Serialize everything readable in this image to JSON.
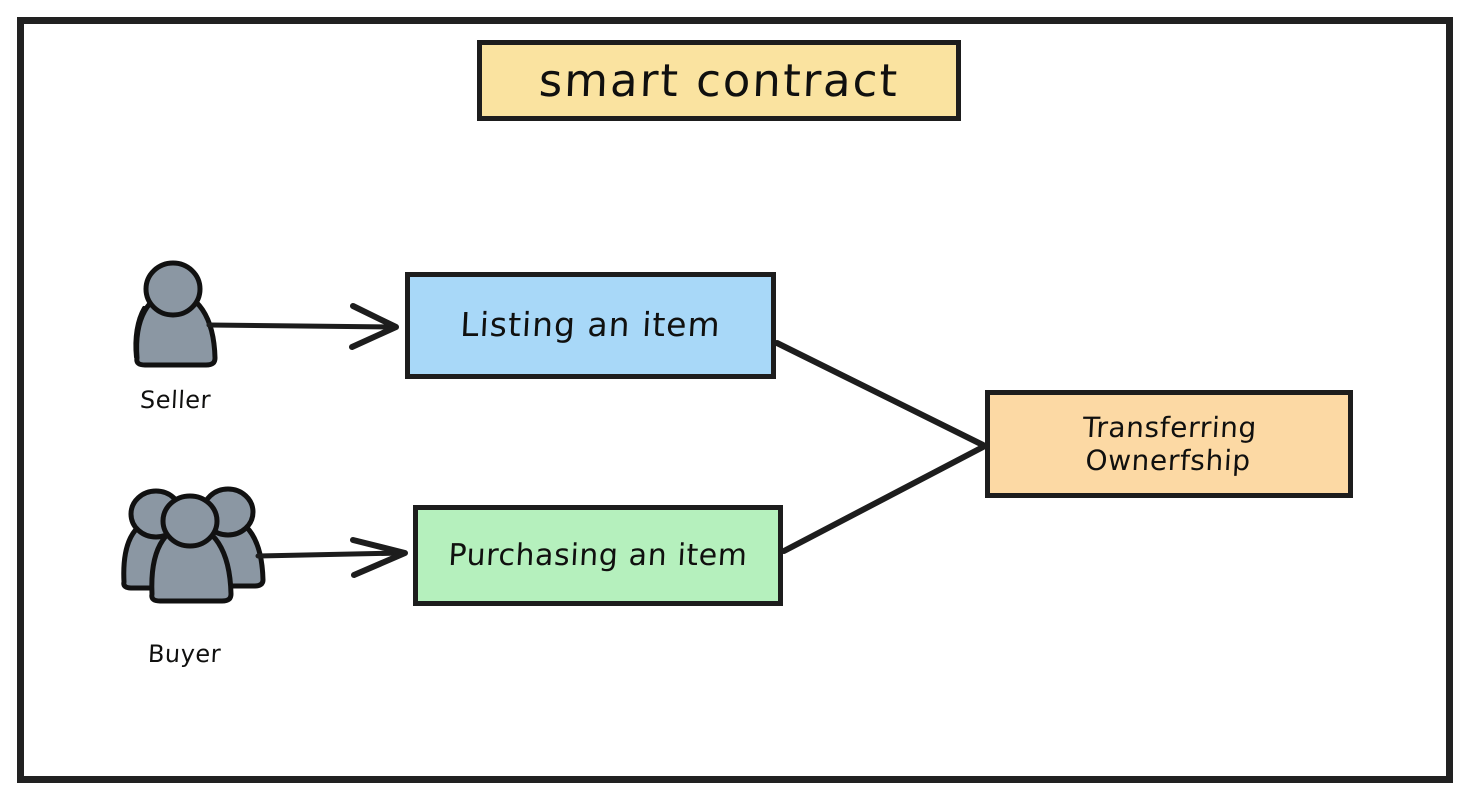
{
  "diagram": {
    "title_box": {
      "label": "smart contract",
      "color": "#fae3a0"
    },
    "nodes": [
      {
        "id": "listing",
        "label": "Listing an item",
        "color": "#a8d8f8"
      },
      {
        "id": "purchasing",
        "label": "Purchasing an item",
        "color": "#b5f0bd"
      },
      {
        "id": "transfer",
        "label_line1": "Transferring",
        "label_line2": "Ownerfship",
        "color": "#fcd9a4"
      }
    ],
    "actors": [
      {
        "id": "seller",
        "caption": "Seller",
        "icon": "single-person-icon",
        "color": "#8b97a3"
      },
      {
        "id": "buyer",
        "caption": "Buyer",
        "icon": "group-of-people-icon",
        "color": "#8b97a3"
      }
    ],
    "edges": [
      {
        "from": "seller",
        "to": "listing",
        "style": "arrow"
      },
      {
        "from": "buyer",
        "to": "purchasing",
        "style": "arrow"
      },
      {
        "from": "listing",
        "to": "transfer",
        "style": "line"
      },
      {
        "from": "purchasing",
        "to": "transfer",
        "style": "line"
      }
    ],
    "frame_color": "#212121",
    "stroke_color": "#1d1d1d",
    "background": "#ffffff"
  }
}
